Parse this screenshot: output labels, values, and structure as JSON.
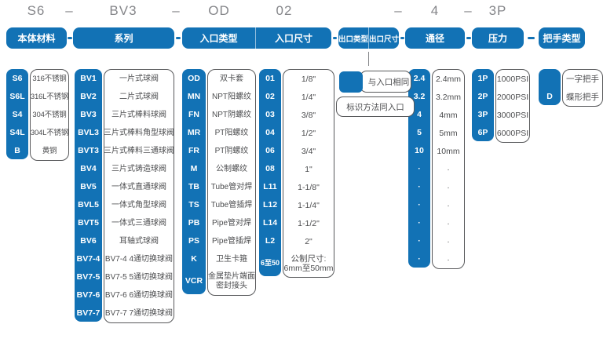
{
  "dash": "–",
  "colors": {
    "primary_blue": "#1272b5",
    "border_gray": "#58595b",
    "label_text": "#4c4d4f",
    "top_code_gray": "#85868a",
    "background": "#ffffff"
  },
  "material": {
    "top_code": "S6",
    "header": "本体材料",
    "rows": [
      {
        "code": "S6",
        "label": "316不锈钢"
      },
      {
        "code": "S6L",
        "label": "316L不锈钢"
      },
      {
        "code": "S4",
        "label": "304不锈钢"
      },
      {
        "code": "S4L",
        "label": "304L不锈钢"
      },
      {
        "code": "B",
        "label": "黄铜"
      }
    ]
  },
  "series": {
    "top_code": "BV3",
    "header": "系列",
    "rows": [
      {
        "code": "BV1",
        "label": "一片式球阀"
      },
      {
        "code": "BV2",
        "label": "二片式球阀"
      },
      {
        "code": "BV3",
        "label": "三片式棒料球阀"
      },
      {
        "code": "BVL3",
        "label": "三片式棒料角型球阀"
      },
      {
        "code": "BVT3",
        "label": "三片式棒料三通球阀"
      },
      {
        "code": "BV4",
        "label": "三片式铸造球阀"
      },
      {
        "code": "BV5",
        "label": "一体式直通球阀"
      },
      {
        "code": "BVL5",
        "label": "一体式角型球阀"
      },
      {
        "code": "BVT5",
        "label": "一体式三通球阀"
      },
      {
        "code": "BV6",
        "label": "耳轴式球阀"
      },
      {
        "code": "BV7-4",
        "label": "BV7-4 4通切换球阀"
      },
      {
        "code": "BV7-5",
        "label": "BV7-5 5通切换球阀"
      },
      {
        "code": "BV7-6",
        "label": "BV7-6 6通切换球阀"
      },
      {
        "code": "BV7-7",
        "label": "BV7-7 7通切换球阀"
      }
    ]
  },
  "inlet_type": {
    "top_code": "OD",
    "header": "入口类型",
    "rows": [
      {
        "code": "OD",
        "label": "双卡套"
      },
      {
        "code": "MN",
        "label": "NPT阳螺纹"
      },
      {
        "code": "FN",
        "label": "NPT阴螺纹"
      },
      {
        "code": "MR",
        "label": "PT阳螺纹"
      },
      {
        "code": "FR",
        "label": "PT阴螺纹"
      },
      {
        "code": "M",
        "label": "公制螺纹"
      },
      {
        "code": "TB",
        "label": "Tube管对焊"
      },
      {
        "code": "TS",
        "label": "Tube管插焊"
      },
      {
        "code": "PB",
        "label": "Pipe管对焊"
      },
      {
        "code": "PS",
        "label": "Pipe管插焊"
      },
      {
        "code": "K",
        "label": "卫生卡箍"
      },
      {
        "code": "VCR",
        "label": "金属垫片端面\n密封接头",
        "tall": true
      }
    ]
  },
  "inlet_size": {
    "top_code": "02",
    "header": "入口尺寸",
    "rows": [
      {
        "code": "01",
        "label": "1/8\""
      },
      {
        "code": "02",
        "label": "1/4\""
      },
      {
        "code": "03",
        "label": "3/8\""
      },
      {
        "code": "04",
        "label": "1/2\""
      },
      {
        "code": "06",
        "label": "3/4\""
      },
      {
        "code": "08",
        "label": "1\""
      },
      {
        "code": "L11",
        "label": "1-1/8\""
      },
      {
        "code": "L12",
        "label": "1-1/4\""
      },
      {
        "code": "L14",
        "label": "1-1/2\""
      },
      {
        "code": "L2",
        "label": "2\""
      },
      {
        "code": "6至50",
        "label": "公制尺寸:\n6mm至50mm",
        "tall": true
      }
    ]
  },
  "outlet": {
    "header_type": "出口类型",
    "header_size": "出口尺寸",
    "same_as_inlet": "与入口相同",
    "note": "标识方法同入口"
  },
  "bore": {
    "top_code": "4",
    "header": "通径",
    "rows": [
      {
        "code": "2.4",
        "label": "2.4mm"
      },
      {
        "code": "3.2",
        "label": "3.2mm"
      },
      {
        "code": "4",
        "label": "4mm"
      },
      {
        "code": "5",
        "label": "5mm"
      },
      {
        "code": "10",
        "label": "10mm"
      },
      {
        "code": "·",
        "label": "·"
      },
      {
        "code": "·",
        "label": "·"
      },
      {
        "code": "·",
        "label": "·"
      },
      {
        "code": "·",
        "label": "·"
      },
      {
        "code": "·",
        "label": "·"
      },
      {
        "code": "·",
        "label": "·"
      }
    ]
  },
  "pressure": {
    "top_code": "3P",
    "header": "压力",
    "rows": [
      {
        "code": "1P",
        "label": "1000PSI"
      },
      {
        "code": "2P",
        "label": "2000PSI"
      },
      {
        "code": "3P",
        "label": "3000PSI"
      },
      {
        "code": "6P",
        "label": "6000PSI"
      }
    ]
  },
  "handle": {
    "header": "把手类型",
    "rows": [
      {
        "code": "",
        "label": "一字把手"
      },
      {
        "code": "D",
        "label": "蝶形把手"
      }
    ]
  }
}
